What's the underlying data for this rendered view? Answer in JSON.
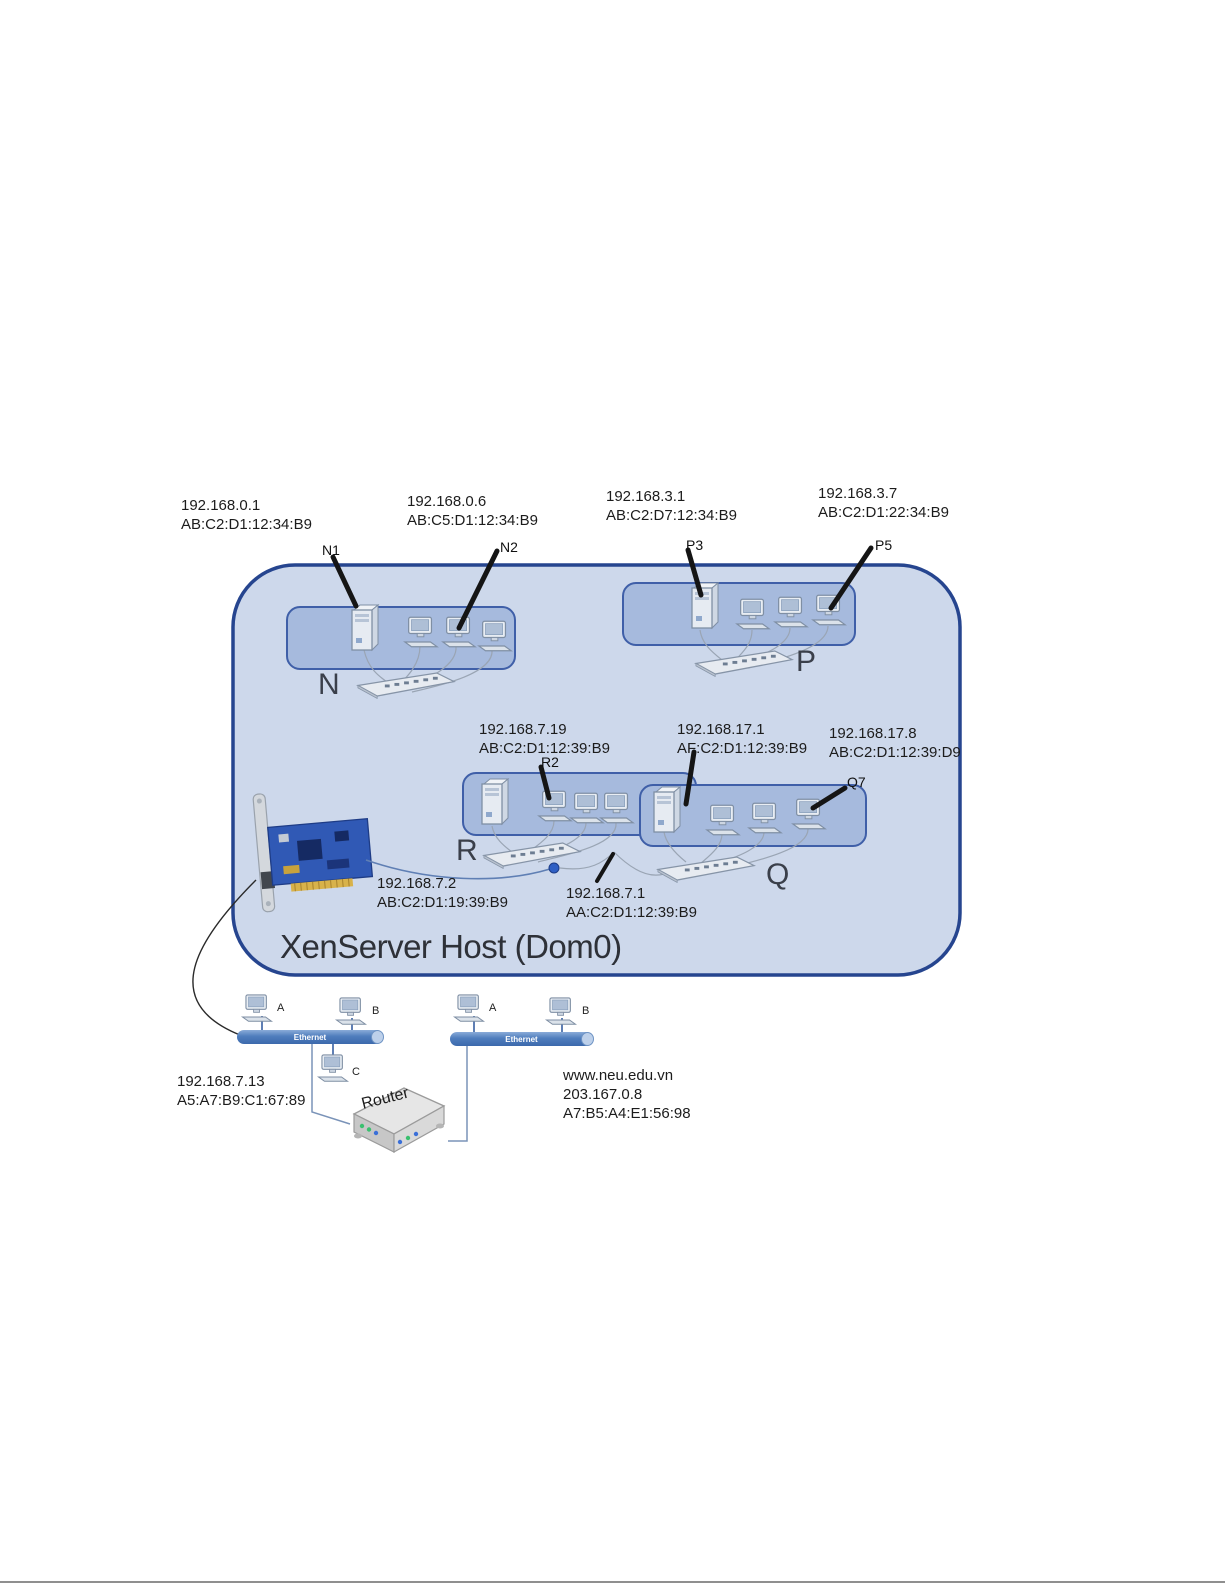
{
  "title": "XenServer Host (Dom0)",
  "groups": {
    "n": "N",
    "p": "P",
    "r": "R",
    "q": "Q"
  },
  "tags": {
    "n1": "N1",
    "n2": "N2",
    "p3": "P3",
    "p5": "P5",
    "r2": "R2",
    "q7": "Q7"
  },
  "labels": {
    "n1": {
      "ip": "192.168.0.1",
      "mac": "AB:C2:D1:12:34:B9"
    },
    "n2": {
      "ip": "192.168.0.6",
      "mac": "AB:C5:D1:12:34:B9"
    },
    "p3": {
      "ip": "192.168.3.1",
      "mac": "AB:C2:D7:12:34:B9"
    },
    "p5": {
      "ip": "192.168.3.7",
      "mac": "AB:C2:D1:22:34:B9"
    },
    "r2": {
      "ip": "192.168.7.19",
      "mac": "AB:C2:D1:12:39:B9"
    },
    "q1": {
      "ip": "192.168.17.1",
      "mac": "AF:C2:D1:12:39:B9"
    },
    "q7": {
      "ip": "192.168.17.8",
      "mac": "AB:C2:D1:12:39:D9"
    },
    "nic": {
      "ip": "192.168.7.2",
      "mac": "AB:C2:D1:19:39:B9"
    },
    "dom0if": {
      "ip": "192.168.7.1",
      "mac": "AA:C2:D1:12:39:B9"
    },
    "lan": {
      "ip": "192.168.7.13",
      "mac": "A5:A7:B9:C1:67:89"
    },
    "web": {
      "host": "www.neu.edu.vn",
      "ip": "203.167.0.8",
      "mac": "A7:B5:A4:E1:56:98"
    }
  },
  "ethernet": {
    "label": "Ethernet"
  },
  "router": {
    "label": "Router"
  },
  "stations": {
    "a": "A",
    "b": "B",
    "c": "C"
  },
  "colors": {
    "host_fill": "#cdd8eb",
    "host_border": "#26458f",
    "group_fill": "#a6badd",
    "group_border": "#3f5fa8",
    "callout": "#151515",
    "ethernet_bar": "#4f7dbd",
    "nic_board": "#3059b5"
  }
}
